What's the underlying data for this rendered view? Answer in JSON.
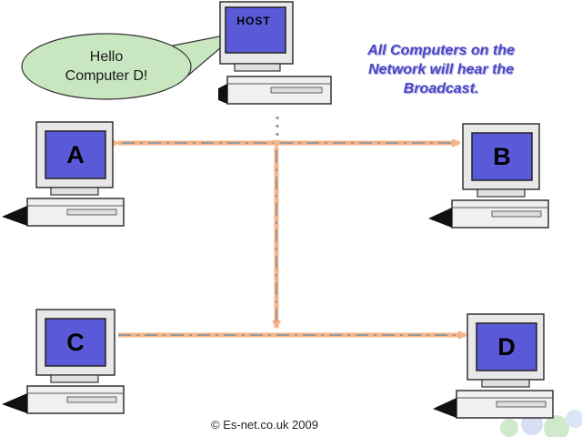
{
  "host": {
    "label": "HOST"
  },
  "computers": [
    {
      "id": "A",
      "label": "A"
    },
    {
      "id": "B",
      "label": "B"
    },
    {
      "id": "C",
      "label": "C"
    },
    {
      "id": "D",
      "label": "D"
    }
  ],
  "speech_bubble": {
    "line1": "Hello",
    "line2": "Computer D!"
  },
  "caption": {
    "line1": "All Computers on the",
    "line2": "Network will hear the",
    "line3": "Broadcast."
  },
  "footer": {
    "copyright": "© Es-net.co.uk 2009"
  },
  "colors": {
    "screen": "#5a5ad8",
    "cable": "#f5b488",
    "cable_dash": "#9a9a9a",
    "bubble": "#c8e6c0",
    "caption": "#4b46c8"
  }
}
